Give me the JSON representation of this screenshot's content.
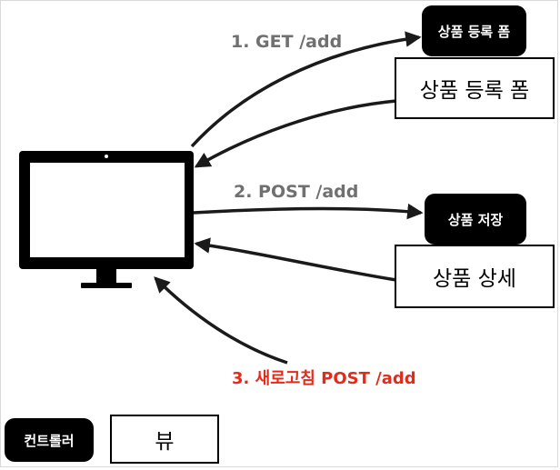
{
  "colors": {
    "stroke": "#1a1a1a",
    "label_gray": "#707070",
    "label_red": "#e32b1c",
    "controller_fill": "#000000",
    "view_border": "#000000"
  },
  "flows": {
    "step1_label": "1. GET /add",
    "step2_label": "2. POST /add",
    "step3_label": "3. 새로고침 POST /add"
  },
  "top": {
    "controller_label": "상품 등록 폼",
    "view_label": "상품 등록 폼"
  },
  "middle": {
    "controller_label": "상품 저장",
    "view_label": "상품 상세"
  },
  "legend": {
    "controller_label": "컨트롤러",
    "view_label": "뷰"
  },
  "icons": {
    "client": "desktop-monitor-icon"
  }
}
